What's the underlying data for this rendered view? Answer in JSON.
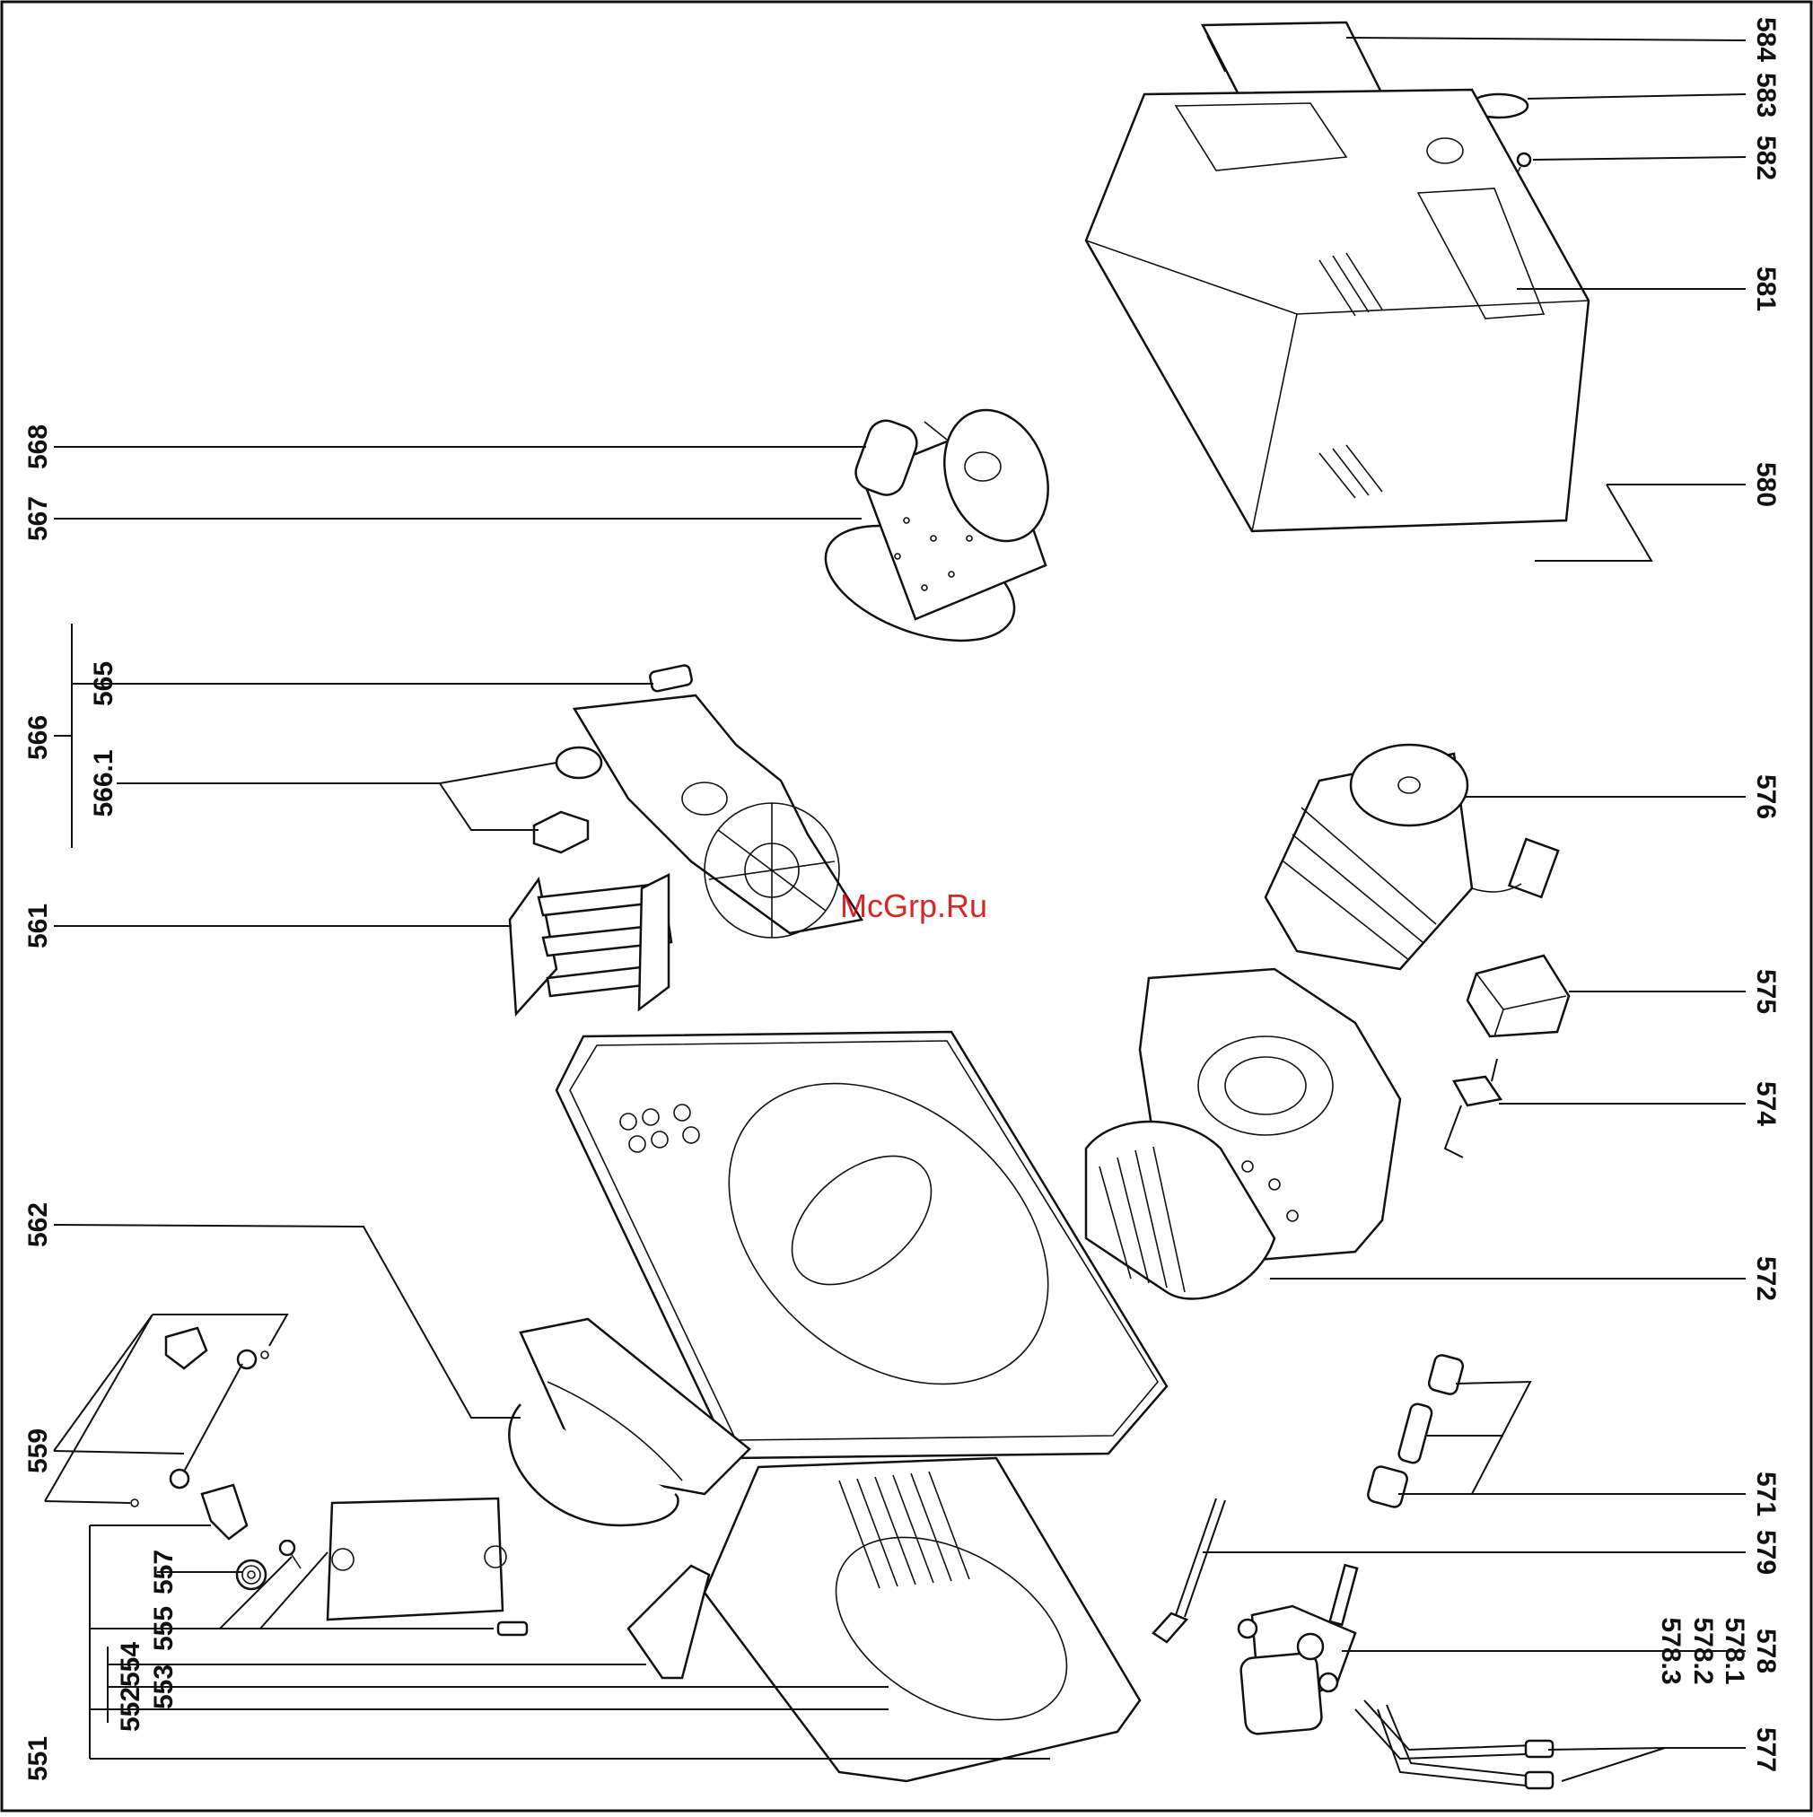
{
  "diagram": {
    "watermark": "McGrp.Ru",
    "labels": {
      "l584": "584",
      "l583": "583",
      "l582": "582",
      "l581": "581",
      "l580": "580",
      "l576": "576",
      "l575": "575",
      "l574": "574",
      "l572": "572",
      "l571": "571",
      "l579": "579",
      "l5783": "578.3",
      "l5782": "578.2",
      "l5781": "578.1",
      "l578": "578",
      "l577": "577",
      "l568": "568",
      "l567": "567",
      "l565": "565",
      "l566": "566",
      "l5661": "566.1",
      "l561": "561",
      "l562": "562",
      "l559": "559",
      "l557": "557",
      "l555": "555",
      "l554": "554",
      "l553": "553",
      "l552": "552",
      "l551": "551"
    }
  }
}
